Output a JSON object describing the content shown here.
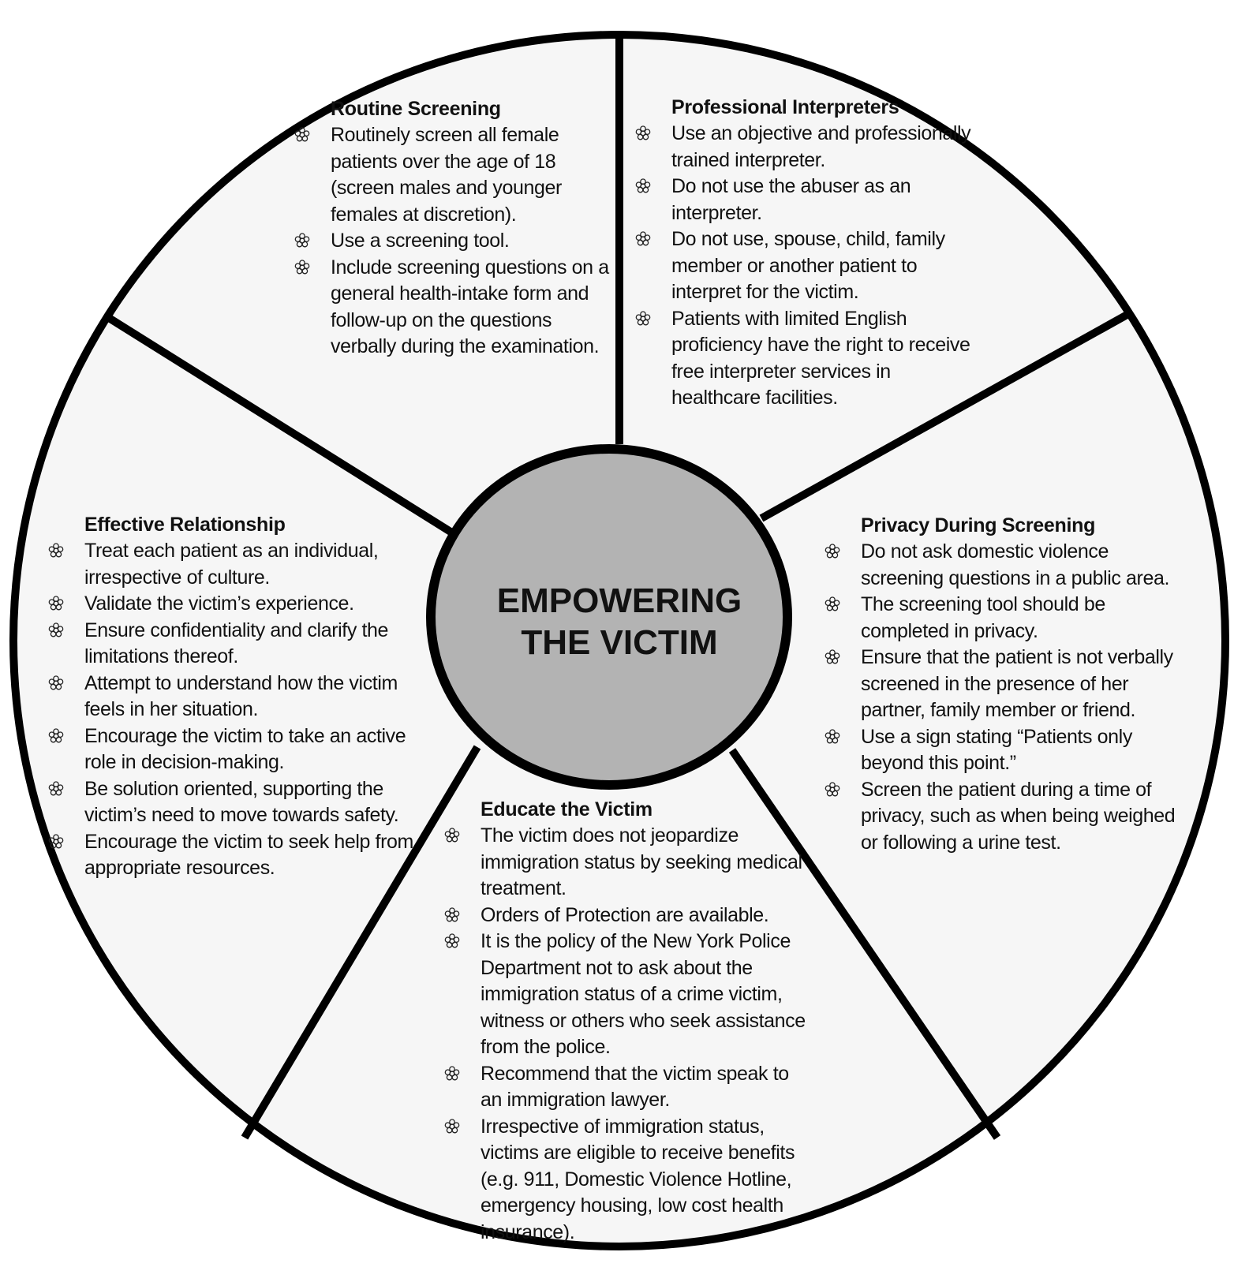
{
  "center": {
    "line1": "EMPOWERING",
    "line2": "THE VICTIM"
  },
  "colors": {
    "segment_fill": "#f6f6f6",
    "center_fill": "#b3b3b3",
    "stroke": "#000000"
  },
  "bullet_icon": "flower-bullet-icon",
  "segments": {
    "routine": {
      "title": "Routine Screening",
      "items": [
        "Routinely screen all female patients over the age of 18 (screen males and younger females at discretion).",
        "Use a screening tool.",
        "Include screening questions on a general health-intake form and follow-up on the questions verbally during the examination."
      ]
    },
    "interpreters": {
      "title": "Professional Interpreters",
      "items": [
        "Use an objective and professionally trained interpreter.",
        "Do not use the abuser as an interpreter.",
        "Do not use, spouse, child, family member or another patient to interpret for the victim.",
        "Patients with limited English proficiency have the right to receive free interpreter services in healthcare facilities."
      ]
    },
    "privacy": {
      "title": "Privacy During Screening",
      "items": [
        "Do not ask domestic violence screening questions in a public area.",
        "The screening tool should be completed in privacy.",
        "Ensure that the patient is not verbally screened in the presence of her partner, family member or friend.",
        "Use a sign stating “Patients only beyond this point.”",
        "Screen the patient during a time of privacy, such as when being weighed or following a urine test."
      ]
    },
    "educate": {
      "title": "Educate the Victim",
      "items": [
        "The victim does not jeopardize immigration status by seeking medical treatment.",
        "Orders of Protection are available.",
        "It is the policy of the New York Police Department not to ask about the immigration status of a crime victim, witness or others who seek assistance from the police.",
        "Recommend that the victim speak to an immigration lawyer.",
        "Irrespective of immigration status, victims are eligible to receive benefits (e.g. 911, Domestic Violence Hotline, emergency housing, low cost health insurance)."
      ]
    },
    "relationship": {
      "title": "Effective Relationship",
      "items": [
        "Treat each patient as an individual, irrespective of culture.",
        "Validate the victim’s experience.",
        "Ensure confidentiality and clarify the limitations thereof.",
        "Attempt to understand how the victim feels in her situation.",
        "Encourage the victim to take an active role in decision-making.",
        "Be solution oriented, supporting the victim’s need to move towards safety.",
        "Encourage the victim to seek help from appropriate resources."
      ]
    }
  }
}
